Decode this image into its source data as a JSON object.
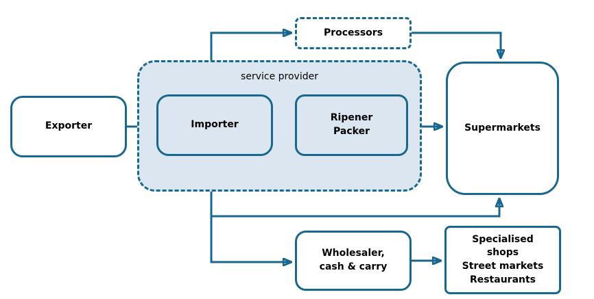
{
  "diagram": {
    "type": "flowchart",
    "group": {
      "label": "service provider",
      "style": "dashed-rounded-container",
      "fill": "#DCE6F1"
    },
    "nodes": {
      "exporter": {
        "label": "Exporter",
        "style": "solid-white"
      },
      "importer": {
        "label": "Importer",
        "style": "solid-filled",
        "inside_group": "service provider"
      },
      "ripener": {
        "label": "Ripener\nPacker",
        "style": "solid-filled",
        "inside_group": "service provider"
      },
      "processors": {
        "label": "Processors",
        "style": "dashed-white"
      },
      "supermarkets": {
        "label": "Supermarkets",
        "style": "solid-white"
      },
      "wholesaler": {
        "label": "Wholesaler,\ncash & carry",
        "style": "solid-white"
      },
      "specialised": {
        "label": "Specialised\nshops\nStreet markets\nRestaurants",
        "style": "solid-white"
      }
    },
    "edges": [
      {
        "from": "Exporter",
        "to": "Importer"
      },
      {
        "from": "Importer",
        "to": "Ripener Packer"
      },
      {
        "from": "Ripener Packer",
        "to": "Supermarkets"
      },
      {
        "from": "Importer",
        "to": "Processors"
      },
      {
        "from": "Processors",
        "to": "Supermarkets"
      },
      {
        "from": "Importer",
        "to": "Supermarkets"
      },
      {
        "from": "Importer",
        "to": "Wholesaler, cash & carry"
      },
      {
        "from": "Wholesaler, cash & carry",
        "to": "Specialised shops / Street markets / Restaurants"
      }
    ],
    "colors": {
      "line": "#17678F",
      "container_fill": "#DCE6F1",
      "node_fill": "#DCE6F1",
      "node_white": "#FFFFFF",
      "text": "#000000",
      "background": "#FFFFFF"
    }
  }
}
